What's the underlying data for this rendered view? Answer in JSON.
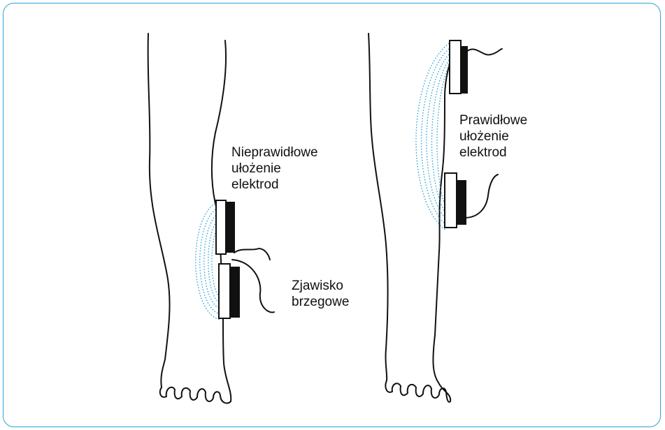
{
  "frame": {
    "border_color": "#29a3d8"
  },
  "field_color": "#29a3d8",
  "labels": {
    "incorrect": "Nieprawidłowe\nułożenie\nelektrod",
    "edge": "Zjawisko\nbrzegowe",
    "correct": "Prawidłowe\nułożenie\nelektrod"
  }
}
